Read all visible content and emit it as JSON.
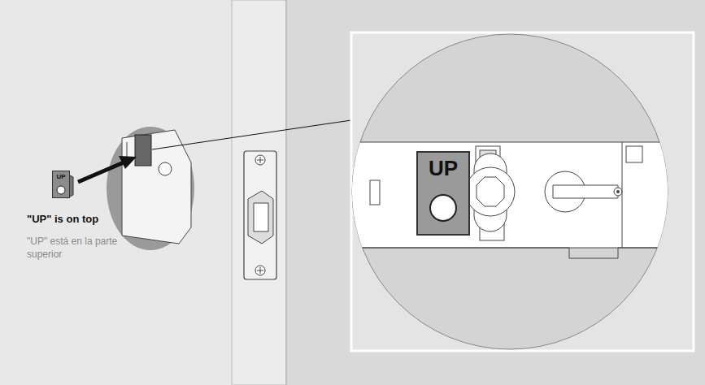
{
  "diagram": {
    "nodes": [
      {
        "text": [
          "UP"
        ]
      },
      {
        "text": [
          "UP"
        ]
      }
    ],
    "labels": [
      "\"UP\" is on top",
      "\"UP\" está en la parte superior"
    ]
  }
}
